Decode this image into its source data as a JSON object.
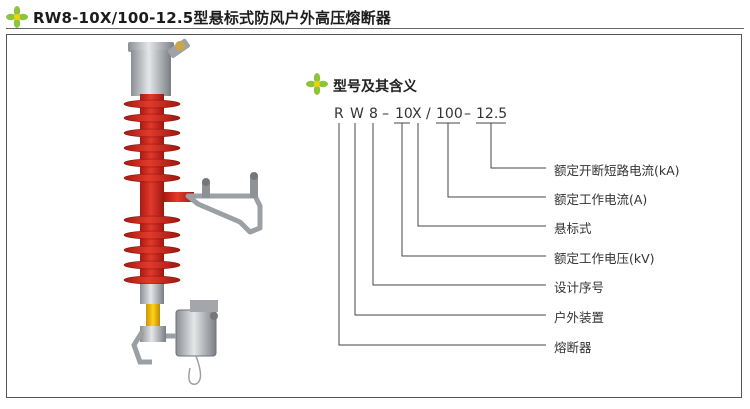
{
  "header": {
    "title": "RW8-10X/100-12.5型悬标式防风户外高压熔断器",
    "logo_icon": "flower-logo-icon",
    "logo_color": "#8cc43c"
  },
  "section": {
    "title": "型号及其含义",
    "logo_icon": "flower-logo-icon"
  },
  "model_code": {
    "chars": [
      "R",
      "W",
      "8",
      "–",
      "10",
      "X",
      "/",
      "100",
      "–",
      "12.5"
    ]
  },
  "meanings": [
    "额定开断短路电流(kA)",
    "额定工作电流(A)",
    "悬标式",
    "额定工作电压(kV)",
    "设计序号",
    "户外装置",
    "熔断器"
  ],
  "colors": {
    "insulator_red": "#d42a1e",
    "metal_gray": "#b5b8bc",
    "accent_yellow": "#f2c200"
  }
}
